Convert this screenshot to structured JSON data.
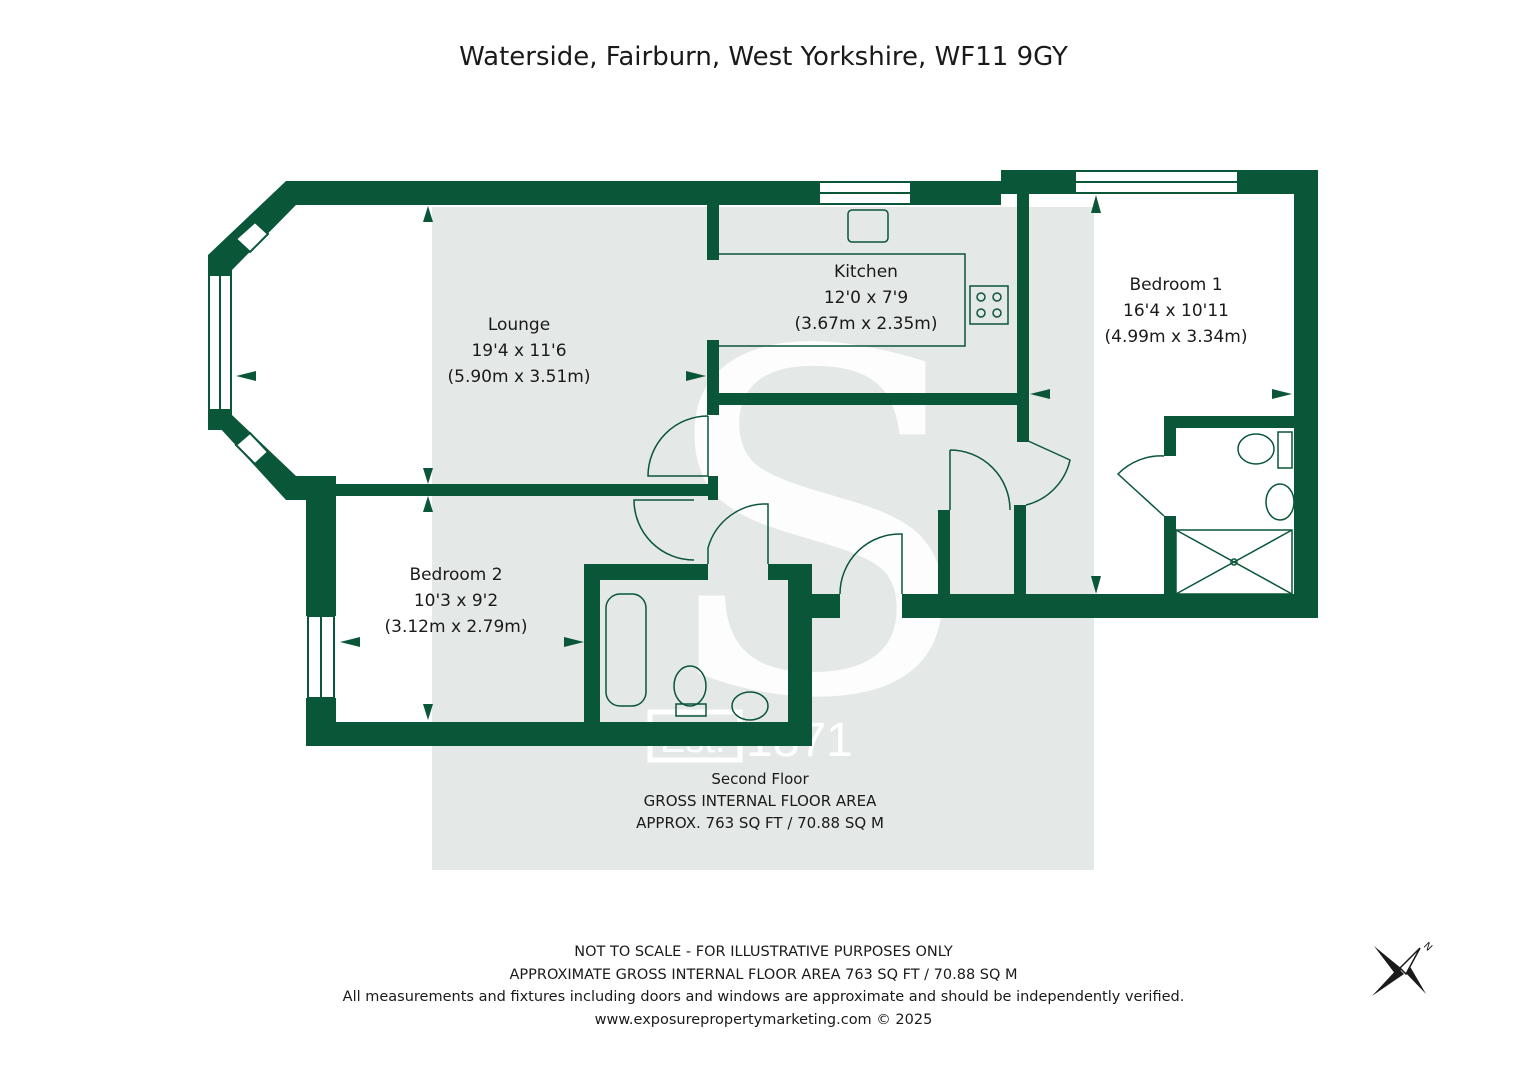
{
  "title": "Waterside, Fairburn, West Yorkshire, WF11 9GY",
  "colors": {
    "wall": "#0a5638",
    "watermark_bg": "#e4e8e6",
    "watermark_fg": "#ffffff",
    "text": "#1a1a1a"
  },
  "watermark": {
    "letter": "S",
    "est": "Est.",
    "year": "1871"
  },
  "rooms": {
    "lounge": {
      "name": "Lounge",
      "imperial": "19'4 x 11'6",
      "metric": "(5.90m x 3.51m)"
    },
    "kitchen": {
      "name": "Kitchen",
      "imperial": "12'0 x 7'9",
      "metric": "(3.67m x 2.35m)"
    },
    "bedroom1": {
      "name": "Bedroom 1",
      "imperial": "16'4 x 10'11",
      "metric": "(4.99m x 3.34m)"
    },
    "bedroom2": {
      "name": "Bedroom 2",
      "imperial": "10'3 x 9'2",
      "metric": "(3.12m x 2.79m)"
    }
  },
  "floor": {
    "name": "Second Floor",
    "area_label": "GROSS INTERNAL FLOOR AREA",
    "area_value": "APPROX. 763 SQ FT / 70.88 SQ M"
  },
  "footer": {
    "line1": "NOT TO SCALE - FOR ILLUSTRATIVE PURPOSES ONLY",
    "line2": "APPROXIMATE GROSS INTERNAL FLOOR AREA 763 SQ FT / 70.88 SQ M",
    "line3": "All measurements and fixtures including doors and windows are approximate and should be independently verified.",
    "line4": "www.exposurepropertymarketing.com © 2025"
  },
  "compass": {
    "north_label": "N",
    "icon": "compass-icon"
  }
}
